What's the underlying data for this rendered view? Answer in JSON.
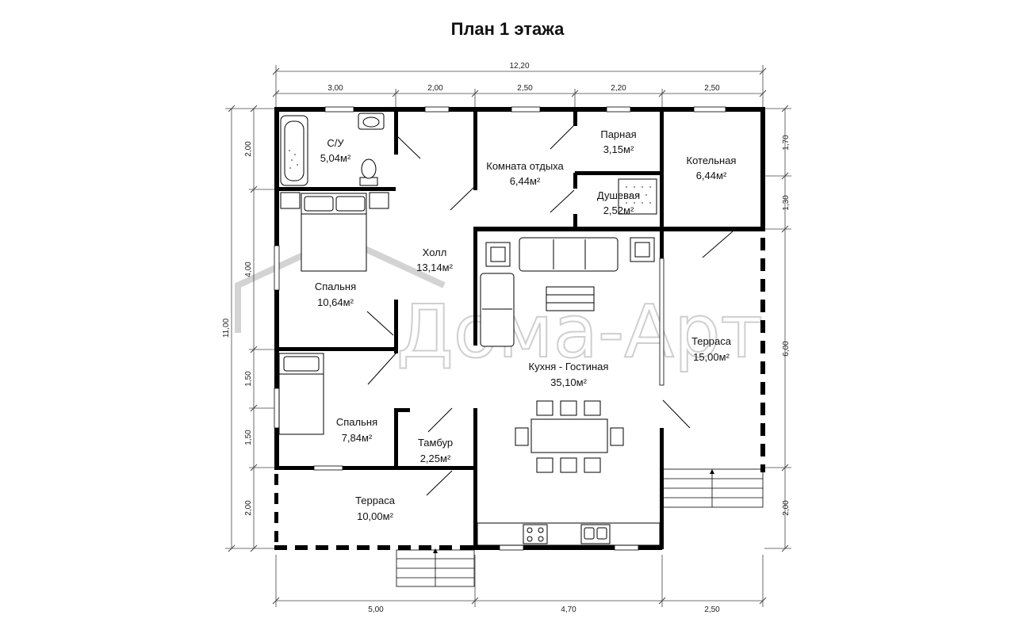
{
  "title": "План 1 этажа",
  "watermark": "Дома-Арт",
  "dimensions": {
    "top_total": "12,20",
    "top": [
      "3,00",
      "2,00",
      "2,50",
      "2,20",
      "2,50"
    ],
    "bottom": [
      "5,00",
      "4,70",
      "2,50"
    ],
    "left_total": "11,00",
    "left": [
      "2,00",
      "4,00",
      "1,50",
      "1,50",
      "2,00"
    ],
    "right": [
      "1,70",
      "1,30",
      "6,00",
      "2,00"
    ]
  },
  "rooms": {
    "su": {
      "name": "С/У",
      "area": "5,04м²"
    },
    "bedroom1": {
      "name": "Спальня",
      "area": "10,64м²"
    },
    "hall": {
      "name": "Холл",
      "area": "13,14м²"
    },
    "rest": {
      "name": "Комната отдыха",
      "area": "6,44м²"
    },
    "steam": {
      "name": "Парная",
      "area": "3,15м²"
    },
    "shower": {
      "name": "Душевая",
      "area": "2,52м²"
    },
    "boiler": {
      "name": "Котельная",
      "area": "6,44м²"
    },
    "terrace_right": {
      "name": "Терраса",
      "area": "15,00м²"
    },
    "kitchen": {
      "name": "Кухня - Гостиная",
      "area": "35,10м²"
    },
    "bedroom2": {
      "name": "Спальня",
      "area": "7,84м²"
    },
    "vestibule": {
      "name": "Тамбур",
      "area": "2,25м²"
    },
    "terrace_bottom": {
      "name": "Терраса",
      "area": "10,00м²"
    }
  }
}
